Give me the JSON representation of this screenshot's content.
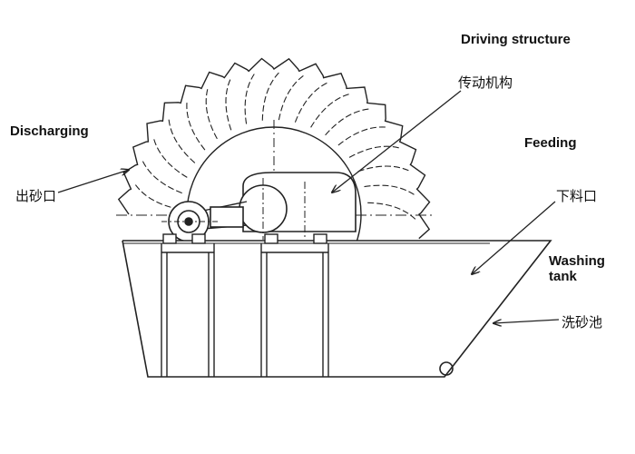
{
  "labels": {
    "driving_en": "Driving structure",
    "driving_zh": "传动机构",
    "discharging_en": "Discharging",
    "discharging_zh": "出砂口",
    "feeding_en": "Feeding",
    "feeding_zh": "下料口",
    "washing_en_1": "Washing",
    "washing_en_2": "tank",
    "washing_zh": "洗砂池"
  },
  "colors": {
    "line": "#222222",
    "background": "#ffffff"
  }
}
